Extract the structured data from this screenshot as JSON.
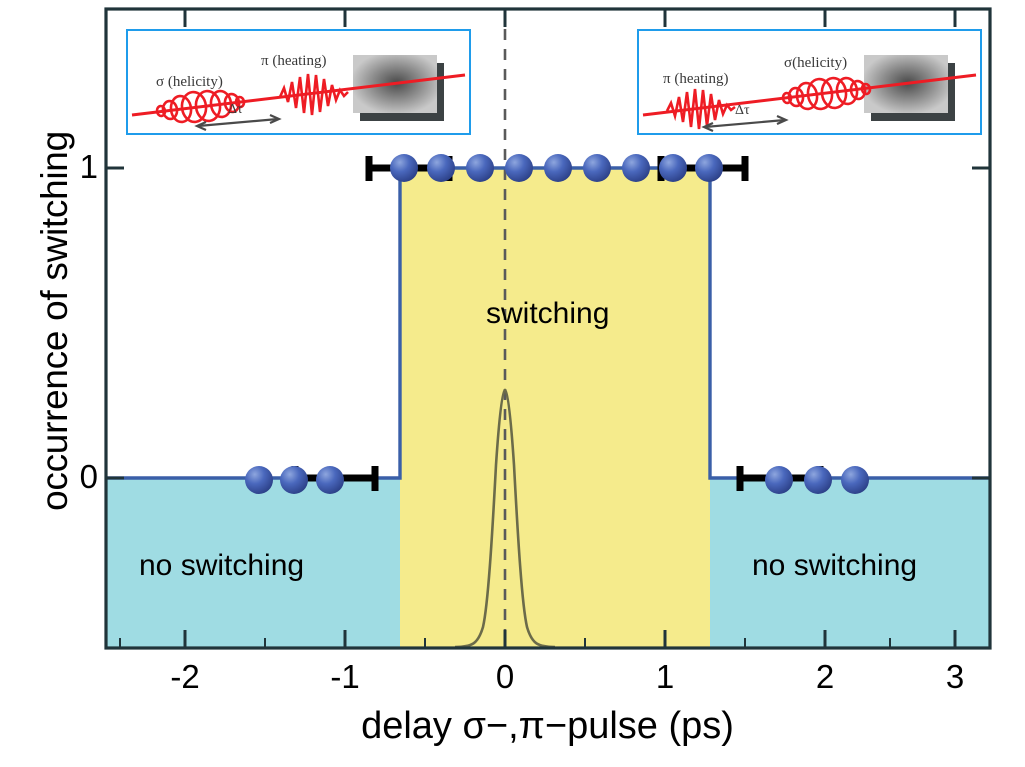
{
  "chart_data": {
    "type": "line",
    "title": "",
    "xlabel": "delay σ−,π−pulse (ps)",
    "ylabel": "occurrence of switching",
    "xlim": [
      -2.5,
      3.5
    ],
    "ylim": [
      -0.42,
      1.33
    ],
    "xticks": [
      -2,
      -1,
      0,
      1,
      2,
      3
    ],
    "xtick_labels": [
      "-2",
      "-1",
      "0",
      "1",
      "2",
      "3"
    ],
    "yticks": [
      0,
      1
    ],
    "ytick_labels": [
      "0",
      "1"
    ],
    "grid": false,
    "legend_position": "none",
    "series": [
      {
        "name": "occurrence of switching (step function)",
        "type": "step",
        "color": "#3a5fa8",
        "x": [
          -2.5,
          -0.5,
          -0.5,
          1.5,
          1.5,
          3.5
        ],
        "y": [
          0,
          0,
          1,
          1,
          0,
          0
        ]
      },
      {
        "name": "measured points, no switching (left)",
        "type": "scatter",
        "marker": "sphere",
        "color": "#3f5fb5",
        "x": [
          -1.5,
          -1.25,
          -1.0
        ],
        "y": [
          0,
          0,
          0
        ]
      },
      {
        "name": "measured points, switching",
        "type": "scatter",
        "marker": "sphere",
        "color": "#3f5fb5",
        "x": [
          -0.5,
          -0.25,
          0.0,
          0.25,
          0.5,
          0.75,
          1.0,
          1.25,
          1.5
        ],
        "y": [
          1,
          1,
          1,
          1,
          1,
          1,
          1,
          1,
          1
        ]
      },
      {
        "name": "measured points, no switching (right)",
        "type": "scatter",
        "marker": "sphere",
        "color": "#3f5fb5",
        "x": [
          2.0,
          2.25,
          2.5
        ],
        "y": [
          0,
          0,
          0
        ]
      },
      {
        "name": "cross-correlation",
        "type": "line",
        "color": "#6b6b4a",
        "peak_x": 0.0,
        "peak_y": 0.28,
        "fwhm_ps": 0.18
      }
    ],
    "error_bars": [
      {
        "y": 1,
        "x_from": -0.62,
        "x_to": -0.3
      },
      {
        "y": 1,
        "x_from": 1.18,
        "x_to": 1.72
      },
      {
        "y": 0,
        "x_from": -1.12,
        "x_to": -0.82
      },
      {
        "y": 0,
        "x_from": 1.82,
        "x_to": 2.3
      }
    ],
    "shaded_regions": [
      {
        "label": "no switching",
        "color": "#9FDCE3",
        "x_from": -2.5,
        "x_to": -0.5
      },
      {
        "label": "switching",
        "color": "#F5EB8C",
        "x_from": -0.5,
        "x_to": 1.5
      },
      {
        "label": "no switching",
        "color": "#9FDCE3",
        "x_from": 1.5,
        "x_to": 3.5
      }
    ],
    "annotations": [
      {
        "text": "switching",
        "x": 0.28,
        "y": 0.72
      },
      {
        "text": "no switching",
        "x": -1.75,
        "y": -0.22
      },
      {
        "text": "no switching",
        "x": 2.3,
        "y": -0.22
      }
    ],
    "vertical_reference_line": {
      "x": 0.0,
      "style": "dashed",
      "color": "#5a5a5a"
    }
  },
  "axes": {
    "ylabel": "occurrence of switching",
    "xlabel": "delay σ−,π−pulse (ps)",
    "xtick_labels": [
      "-2",
      "-1",
      "0",
      "1",
      "2",
      "3"
    ],
    "ytick_labels": [
      "1",
      "0"
    ]
  },
  "regions": {
    "switching_label": "switching",
    "no_switching_left_label": "no switching",
    "no_switching_right_label": "no switching"
  },
  "insets": {
    "left": {
      "first_pulse_label": "σ (helicity)",
      "second_pulse_label": "π  (heating)",
      "delay_label": "Δτ",
      "sample_caption": ""
    },
    "right": {
      "first_pulse_label": "π (heating)",
      "second_pulse_label": "σ(helicity)",
      "delay_label": "Δτ",
      "sample_caption": ""
    }
  },
  "colors": {
    "switching_band": "#F5EB8C",
    "no_switching_band": "#9FDCE3",
    "step_line": "#3a5fa8",
    "marker": "#3f5fb5",
    "inset_border": "#1f9ceb",
    "pulse": "#ee1c24",
    "dashed_reference": "#5a5a5a",
    "correlation_curve": "#6b6b4a"
  }
}
